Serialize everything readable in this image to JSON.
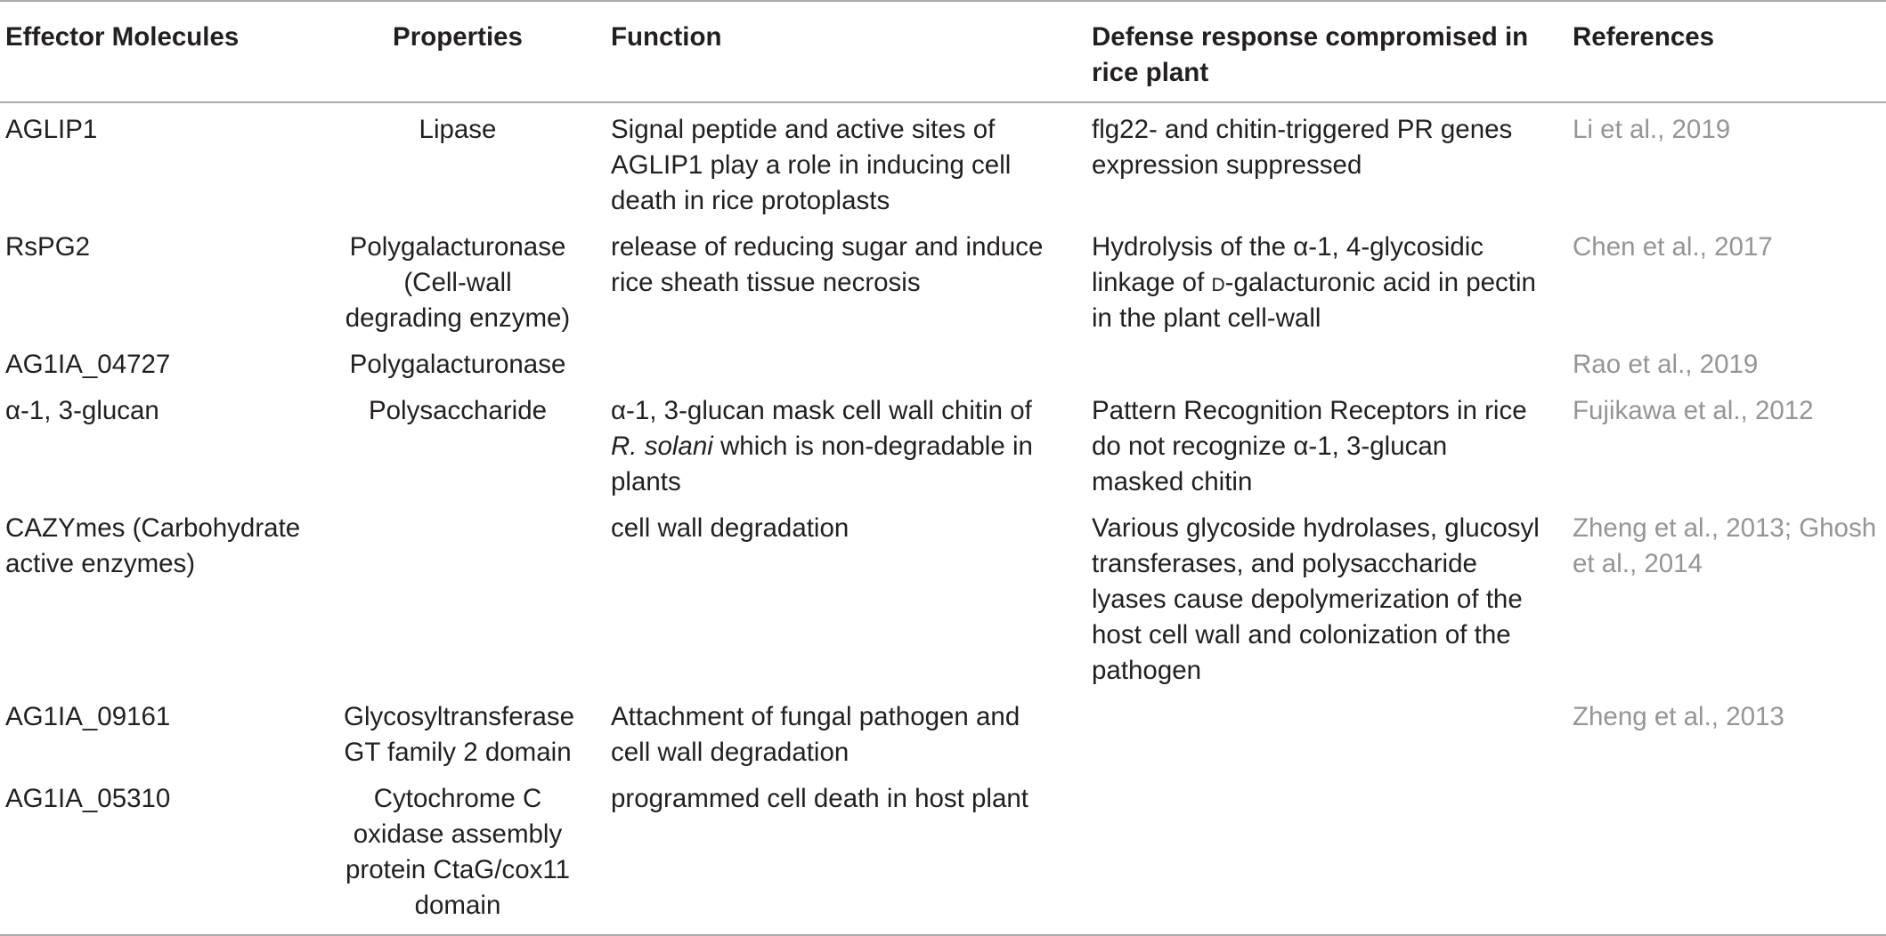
{
  "table": {
    "headers": {
      "effector": "Effector Molecules",
      "properties": "Properties",
      "function": "Function",
      "defense": "Defense response compromised in rice plant",
      "references": "References"
    },
    "rows": [
      {
        "effector": "AGLIP1",
        "properties": "Lipase",
        "function": "Signal peptide and active sites of AGLIP1 play a role in inducing cell death in rice protoplasts",
        "defense": "flg22- and chitin-triggered PR genes expression suppressed",
        "references": "Li et al., 2019"
      },
      {
        "effector": "RsPG2",
        "properties": "Polygalacturonase (Cell-wall degrading enzyme)",
        "function": "release of reducing sugar and induce rice sheath tissue necrosis",
        "defense_before": "Hydrolysis of the α-1, 4-glycosidic linkage of ",
        "defense_smallcaps": "d",
        "defense_after": "-galacturonic acid in pectin in the plant cell-wall",
        "references": "Chen et al., 2017"
      },
      {
        "effector": "AG1IA_04727",
        "properties": "Polygalacturonase",
        "function": "",
        "defense": "",
        "references": "Rao et al., 2019"
      },
      {
        "effector": "α-1, 3-glucan",
        "properties": "Polysaccharide",
        "function_before": "α-1, 3-glucan mask cell wall chitin of ",
        "function_italic": "R. solani",
        "function_after": " which is non-degradable in plants",
        "defense": "Pattern Recognition Receptors in rice do not recognize α-1, 3-glucan masked chitin",
        "references": "Fujikawa et al., 2012"
      },
      {
        "effector": "CAZYmes (Carbohydrate active enzymes)",
        "properties": "",
        "function": "cell wall degradation",
        "defense": "Various glycoside hydrolases, glucosyl transferases, and polysaccharide lyases cause depolymerization of the host cell wall and colonization of the pathogen",
        "references": "Zheng et al., 2013; Ghosh et al., 2014"
      },
      {
        "effector": "AG1IA_09161",
        "properties": "Glycosyltransferase GT family 2 domain",
        "function": "Attachment of fungal pathogen and cell wall degradation",
        "defense": "",
        "references": "Zheng et al., 2013"
      },
      {
        "effector": "AG1IA_05310",
        "properties": "Cytochrome C oxidase assembly protein CtaG/cox11 domain",
        "function": "programmed cell death in host plant",
        "defense": "",
        "references": ""
      }
    ]
  }
}
